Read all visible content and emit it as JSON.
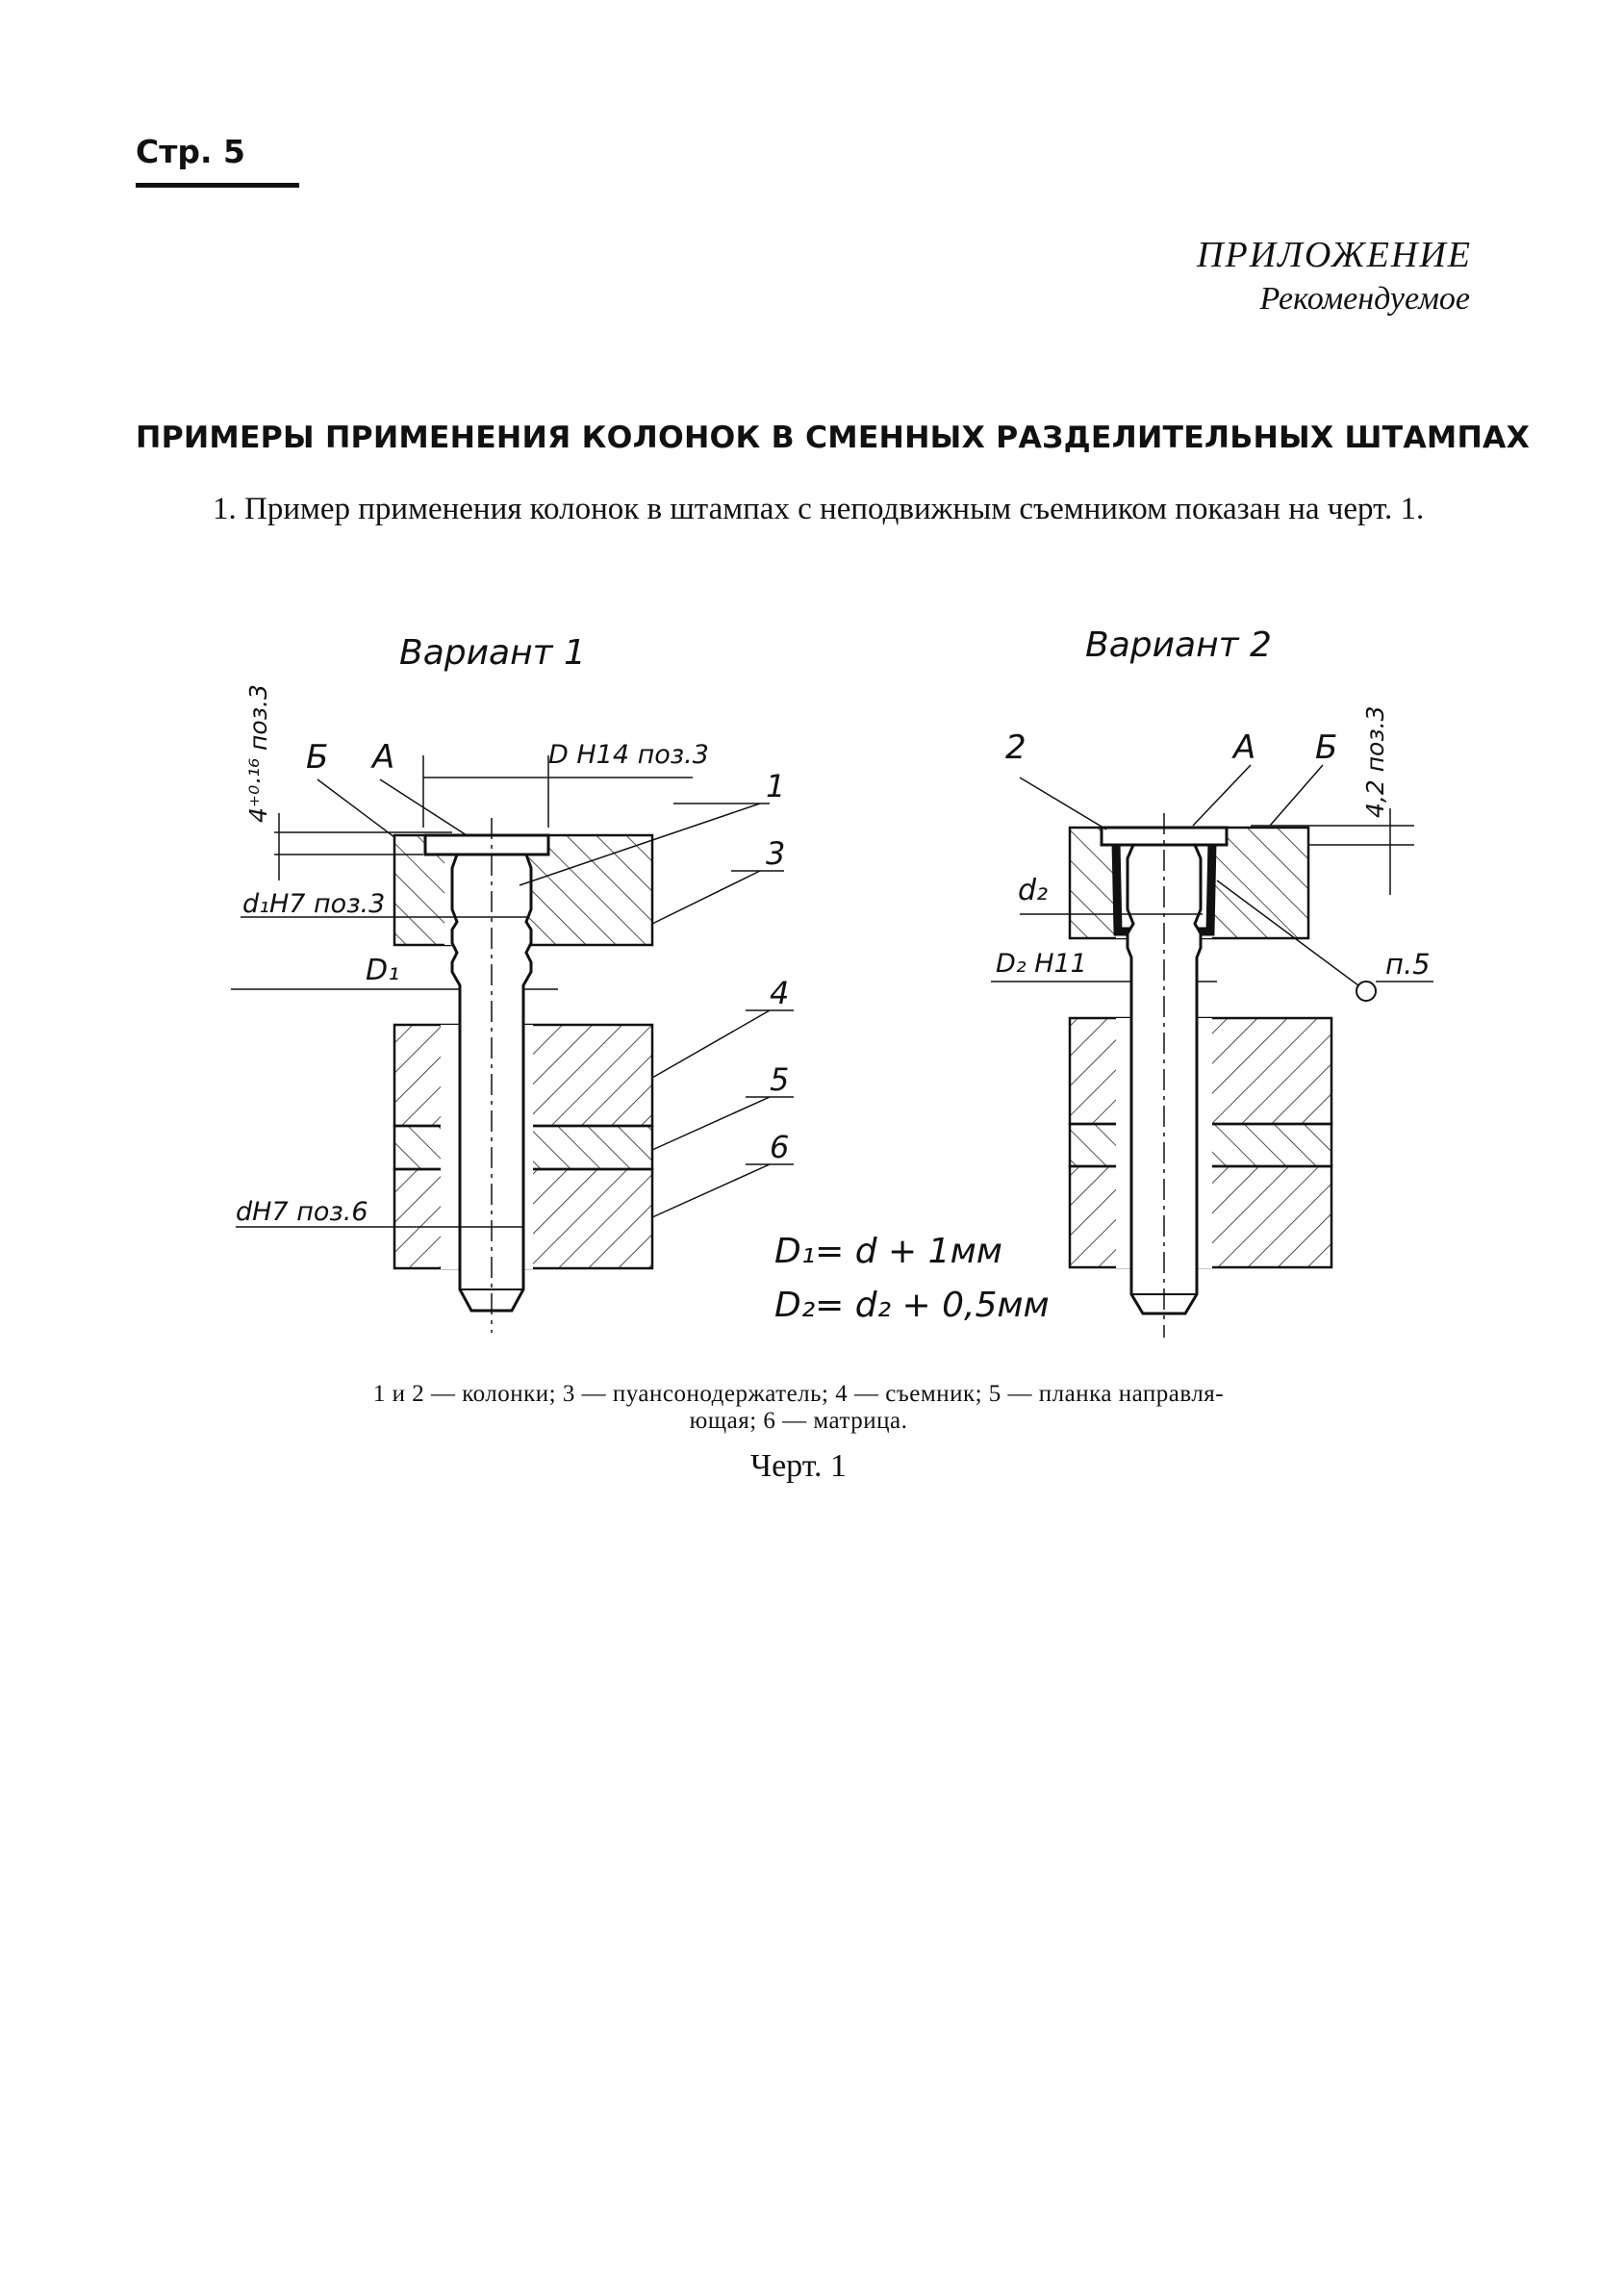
{
  "header": {
    "page_number": "Стр. 5"
  },
  "appendix": {
    "title": "ПРИЛОЖЕНИЕ",
    "status": "Рекомендуемое"
  },
  "heading": "ПРИМЕРЫ ПРИМЕНЕНИЯ КОЛОНОК В СМЕННЫХ РАЗДЕЛИТЕЛЬНЫХ ШТАМПАХ",
  "paragraph": "1. Пример применения колонок в штампах с неподвижным съемником показан на черт. 1.",
  "drawing": {
    "variant1": {
      "title": "Вариант 1",
      "dim_top": "4⁺⁰·¹⁶ поз.3",
      "label_b": "Б",
      "label_a": "А",
      "dim_dh14": "D H14 поз.3",
      "dim_d1h7": "d₁H7 поз.3",
      "dim_D1": "D₁",
      "dim_dh7": "dH7 поз.6",
      "pos1": "1",
      "pos3": "3",
      "pos4": "4",
      "pos5": "5",
      "pos6": "6"
    },
    "variant2": {
      "title": "Вариант 2",
      "dim_top": "4,2 поз.3",
      "label_2": "2",
      "label_a": "А",
      "label_b": "Б",
      "dim_d2": "d₂",
      "dim_D2H11": "D₂ H11",
      "ref_p5": "п.5"
    },
    "formula1": "D₁= d + 1мм",
    "formula2": "D₂= d₂ + 0,5мм"
  },
  "caption": {
    "line1": "1 и 2 — колонки; 3 — пуансонодержатель; 4 — съемник; 5 — планка направля-",
    "line2": "ющая; 6 — матрица."
  },
  "figure_label": "Черт. 1"
}
